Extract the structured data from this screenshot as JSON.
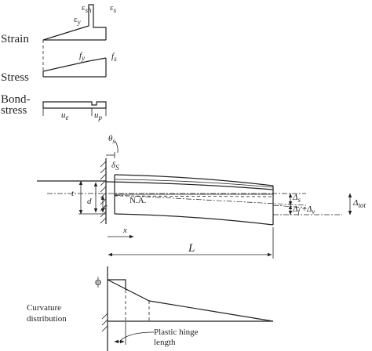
{
  "strain_profile": {
    "label": "Strain",
    "eps_sh": "ε",
    "eps_sh_sub": "sh",
    "eps_y": "ε",
    "eps_y_sub": "y",
    "eps_s": "ε",
    "eps_s_sub": "s"
  },
  "stress_profile": {
    "label": "Stress",
    "f_y": "f",
    "f_y_sub": "y",
    "f_s": "f",
    "f_s_sub": "s"
  },
  "bond_stress_profile": {
    "label_line1": "Bond-",
    "label_line2": "stress",
    "u_e": "u",
    "u_e_sub": "e",
    "u_p": "u",
    "u_p_sub": "p"
  },
  "beam": {
    "theta_s": "θ",
    "theta_s_sub": "s",
    "delta_s": "δ",
    "delta_s_sub": "S",
    "t": "t",
    "d": "d",
    "c": "c",
    "na": "N.A.",
    "x": "x",
    "L": "L",
    "Delta_s": "Δ",
    "Delta_s_sub": "s",
    "Delta_f": "Δ",
    "Delta_f_sub": "f",
    "plus": " +",
    "Delta_v": "Δ",
    "Delta_v_sub": "v",
    "Delta_tot": "Δ",
    "Delta_tot_sub": "tot"
  },
  "curvature": {
    "phi": "ϕ",
    "label_line1": "Curvature",
    "label_line2": "distribution",
    "hinge_line1": "Plastic hinge",
    "hinge_line2": "length"
  }
}
